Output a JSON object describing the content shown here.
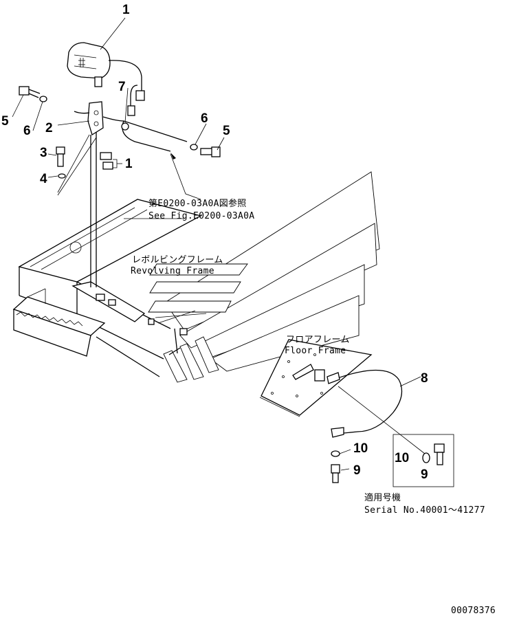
{
  "callouts": {
    "c1_top": "1",
    "c1_clamp": "1",
    "c2": "2",
    "c3": "3",
    "c4": "4",
    "c5_left": "5",
    "c5_right": "5",
    "c6_left": "6",
    "c6_right": "6",
    "c7": "7",
    "c8": "8",
    "c9_main": "9",
    "c9_box": "9",
    "c10_main": "10",
    "c10_box": "10"
  },
  "notes": {
    "ref_jp": "第E0200-03A0A図参照",
    "ref_en": "See Fig.E0200-03A0A",
    "revolving_jp": "レボルビングフレーム",
    "revolving_en": "Revolving Frame",
    "floor_jp": "フロアフレーム",
    "floor_en": "Floor Frame",
    "serial_jp": "適用号機",
    "serial_en": "Serial No.40001～41277"
  },
  "drawing_number": "00078376"
}
